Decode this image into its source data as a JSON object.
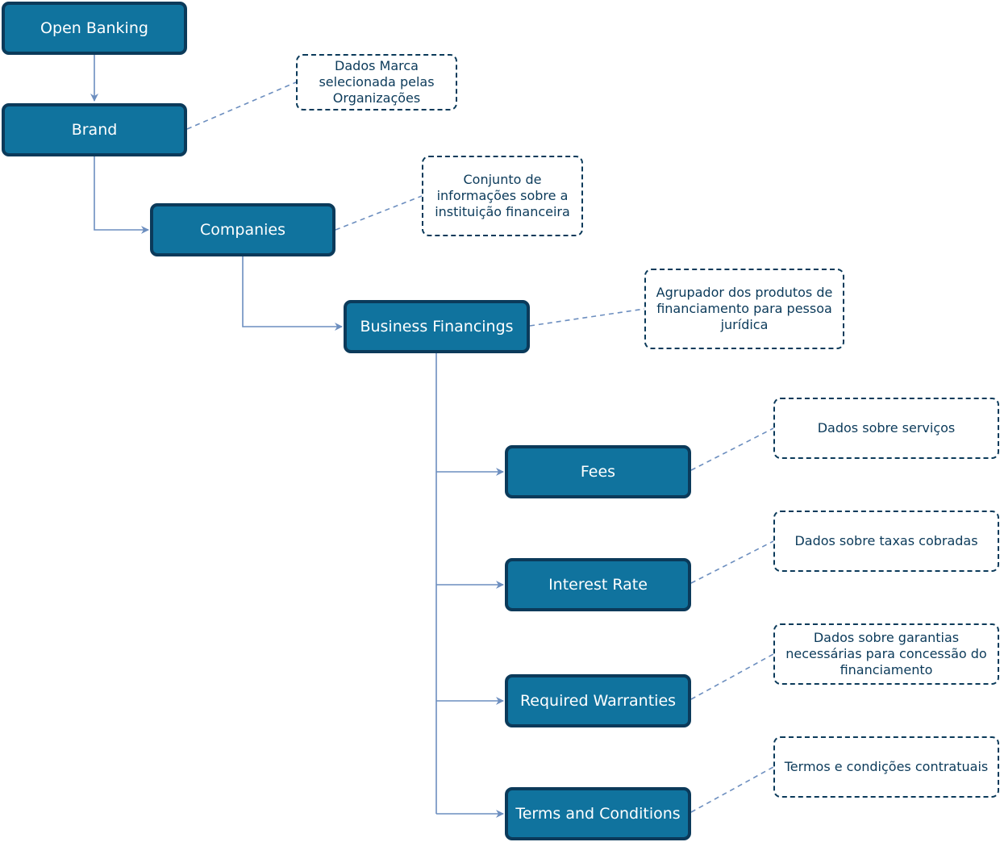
{
  "nodes": {
    "open_banking": "Open Banking",
    "brand": "Brand",
    "companies": "Companies",
    "business_financings": "Business Financings",
    "fees": "Fees",
    "interest_rate": "Interest Rate",
    "required_warranties": "Required Warranties",
    "terms_and_conditions": "Terms and Conditions"
  },
  "notes": {
    "brand": "Dados Marca selecionada pelas Organizações",
    "companies": "Conjunto de informações sobre a instituição financeira",
    "business_financings": "Agrupador dos produtos de financiamento para pessoa jurídica",
    "fees": "Dados sobre serviços",
    "interest_rate": "Dados sobre taxas cobradas",
    "required_warranties": "Dados sobre garantias necessárias para concessão do financiamento",
    "terms_and_conditions": "Termos e condições contratuais"
  },
  "colors": {
    "node_fill": "#10739e",
    "node_border": "#0b3a5a",
    "connector": "#6c8ebf",
    "note_border": "#0b3a5a"
  }
}
